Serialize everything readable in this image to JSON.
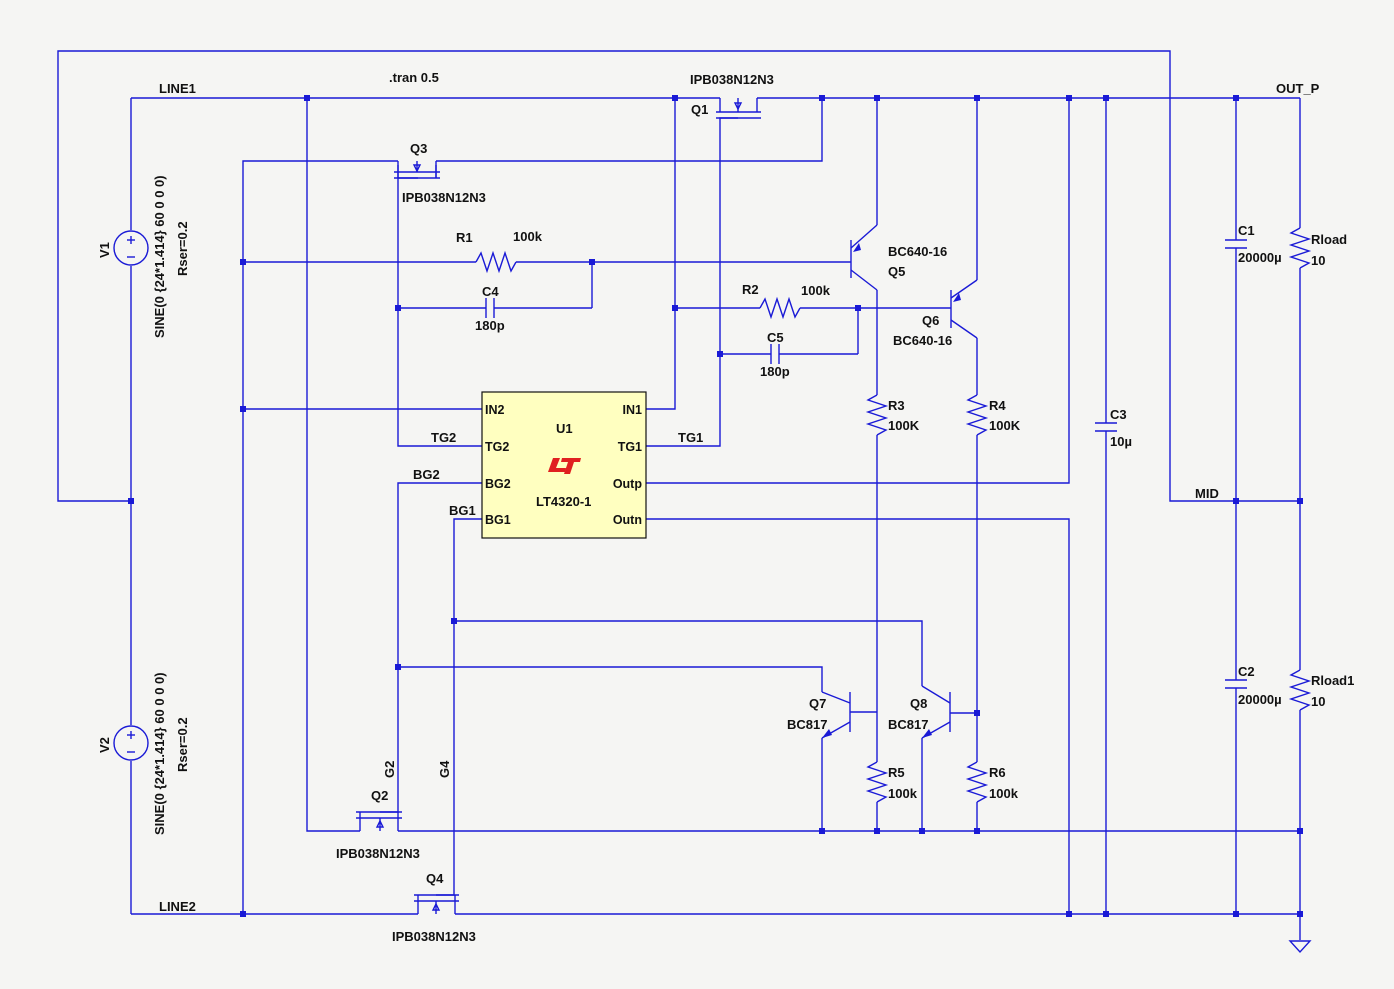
{
  "colors": {
    "background": "#f5f5f3",
    "wire": "#1a1ad6",
    "ic_fill": "#ffffc0",
    "logo": "#e02020"
  },
  "directive": ".tran 0.5",
  "nets": {
    "line1": "LINE1",
    "line2": "LINE2",
    "out_p": "OUT_P",
    "mid": "MID",
    "tg1": "TG1",
    "tg2": "TG2",
    "bg1": "BG1",
    "bg2": "BG2",
    "g2": "G2",
    "g4": "G4"
  },
  "sources": {
    "v1": {
      "name": "V1",
      "value": "SINE(0 {24*1.414} 60 0 0 0)",
      "rser": "Rser=0.2"
    },
    "v2": {
      "name": "V2",
      "value": "SINE(0 {24*1.414} 60 0 0 0)",
      "rser": "Rser=0.2"
    }
  },
  "mosfets": {
    "q1": {
      "name": "Q1",
      "model": "IPB038N12N3"
    },
    "q2": {
      "name": "Q2",
      "model": "IPB038N12N3"
    },
    "q3": {
      "name": "Q3",
      "model": "IPB038N12N3"
    },
    "q4": {
      "name": "Q4",
      "model": "IPB038N12N3"
    }
  },
  "bjts": {
    "q5": {
      "name": "Q5",
      "model": "BC640-16"
    },
    "q6": {
      "name": "Q6",
      "model": "BC640-16"
    },
    "q7": {
      "name": "Q7",
      "model": "BC817"
    },
    "q8": {
      "name": "Q8",
      "model": "BC817"
    }
  },
  "resistors": {
    "r1": {
      "name": "R1",
      "value": "100k"
    },
    "r2": {
      "name": "R2",
      "value": "100k"
    },
    "r3": {
      "name": "R3",
      "value": "100K"
    },
    "r4": {
      "name": "R4",
      "value": "100K"
    },
    "r5": {
      "name": "R5",
      "value": "100k"
    },
    "r6": {
      "name": "R6",
      "value": "100k"
    },
    "rload": {
      "name": "Rload",
      "value": "10"
    },
    "rload1": {
      "name": "Rload1",
      "value": "10"
    }
  },
  "capacitors": {
    "c1": {
      "name": "C1",
      "value": "20000µ"
    },
    "c2": {
      "name": "C2",
      "value": "20000µ"
    },
    "c3": {
      "name": "C3",
      "value": "10µ"
    },
    "c4": {
      "name": "C4",
      "value": "180p"
    },
    "c5": {
      "name": "C5",
      "value": "180p"
    }
  },
  "ic": {
    "name": "U1",
    "part": "LT4320-1",
    "pins": {
      "in2": "IN2",
      "tg2": "TG2",
      "bg2": "BG2",
      "bg1": "BG1",
      "in1": "IN1",
      "tg1": "TG1",
      "outp": "Outp",
      "outn": "Outn"
    }
  }
}
